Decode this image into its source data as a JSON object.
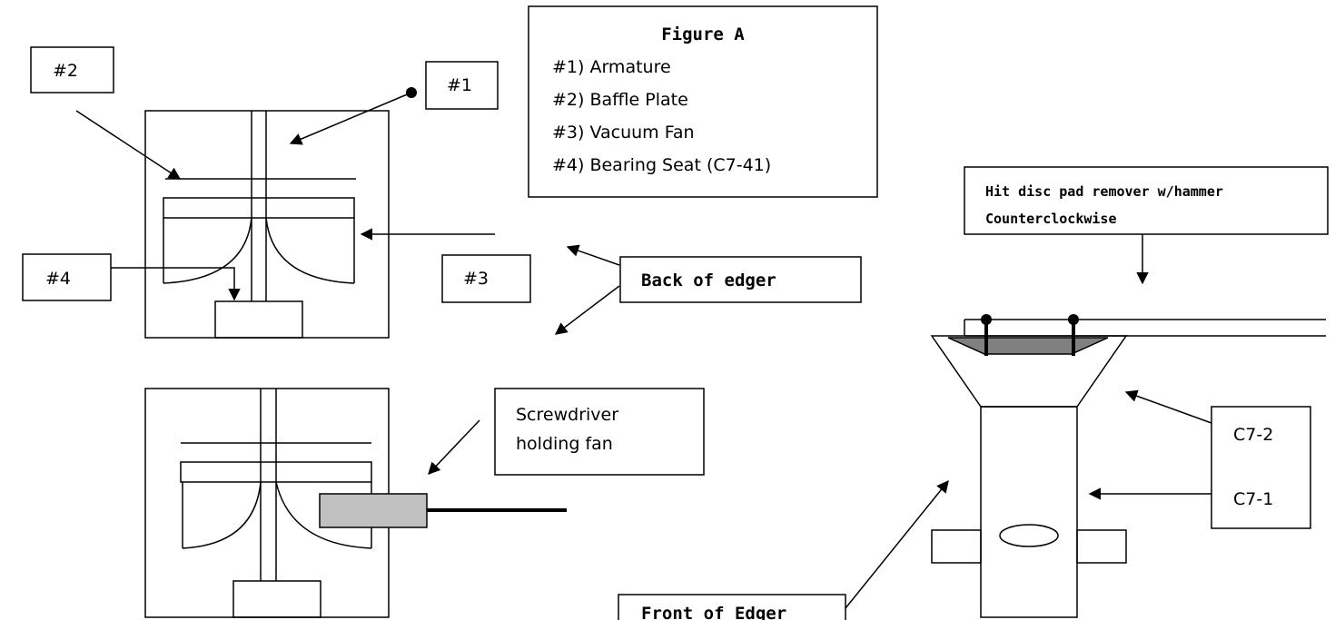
{
  "legend": {
    "title": "Figure A",
    "items": [
      "#1) Armature",
      "#2) Baffle Plate",
      "#3) Vacuum Fan",
      "#4) Bearing Seat (C7-41)"
    ]
  },
  "callouts": {
    "n1": "#1",
    "n2": "#2",
    "n3": "#3",
    "n4": "#4",
    "back_of_edger": "Back of edger",
    "screwdriver_line1": "Screwdriver",
    "screwdriver_line2": "holding fan",
    "hit_line1": "Hit disc pad remover w/hammer",
    "hit_line2": "Counterclockwise",
    "c7_2": "C7-2",
    "c7_1": "C7-1",
    "front_of_edger": "Front of Edger"
  },
  "colors": {
    "stroke": "#000000",
    "screwdriver_fill": "#c0c0c0",
    "pad_fill": "#808080"
  }
}
